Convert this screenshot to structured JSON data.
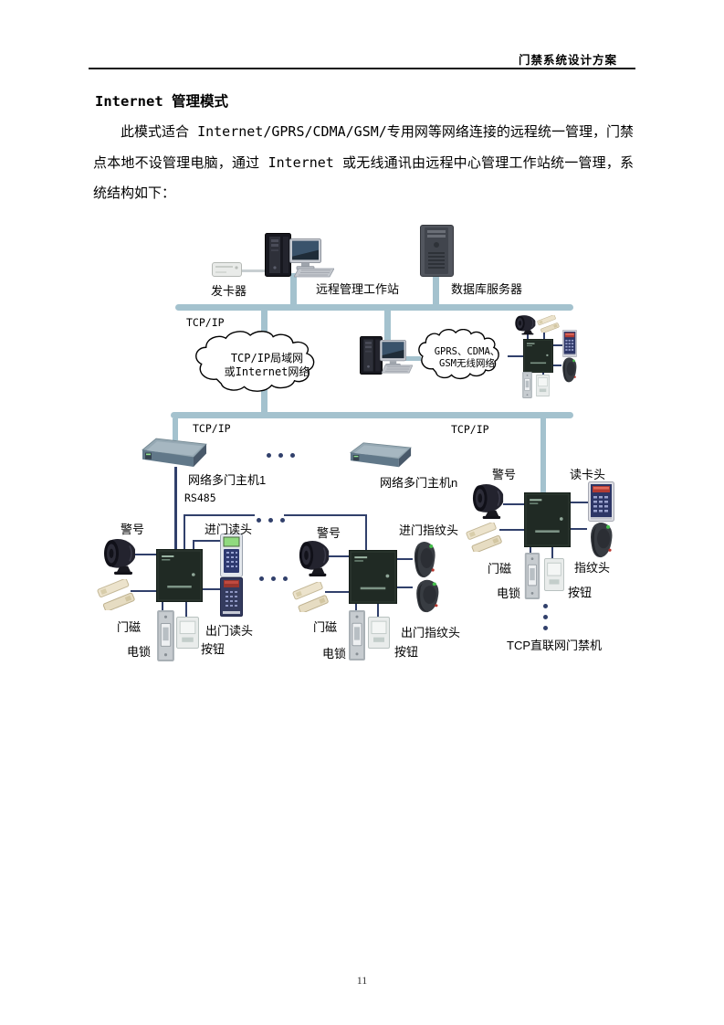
{
  "header": {
    "doc_title": "门禁系统设计方案"
  },
  "content": {
    "heading": "Internet 管理模式",
    "paragraph": "此模式适合 Internet/GPRS/CDMA/GSM/专用网等网络连接的远程统一管理，门禁点本地不设管理电脑，通过 Internet 或无线通讯由远程中心管理工作站统一管理，系统结构如下："
  },
  "diagram": {
    "top": {
      "card_issuer": "发卡器",
      "workstation": "远程管理工作站",
      "db_server": "数据库服务器"
    },
    "net": {
      "tcpip_top": "TCP/IP",
      "tcpip_left": "TCP/IP",
      "tcpip_right": "TCP/IP",
      "cloud_lan": [
        "TCP/IP局域网",
        "或Internet网络"
      ],
      "cloud_wireless": [
        "GPRS、CDMA、",
        "GSM无线网络"
      ],
      "host1": "网络多门主机1",
      "hostn": "网络多门主机n",
      "rs485": "RS485"
    },
    "cluster_left": {
      "alarm": "警号",
      "entry_reader": "进门读头",
      "door_magnet": "门磁",
      "lock": "电锁",
      "button": "按钮",
      "exit_reader": "出门读头"
    },
    "cluster_mid": {
      "alarm": "警号",
      "entry_fp": "进门指纹头",
      "door_magnet": "门磁",
      "lock": "电锁",
      "button": "按钮",
      "exit_fp": "出门指纹头"
    },
    "cluster_right": {
      "alarm": "警号",
      "card_reader": "读卡头",
      "door_magnet": "门磁",
      "lock": "电锁",
      "button": "按钮",
      "fingerprint": "指纹头",
      "caption": "TCP直联网门禁机"
    },
    "colors": {
      "bus": "#a4c2ce",
      "connector": "#31406b"
    }
  },
  "footer": {
    "page_number": "11"
  }
}
